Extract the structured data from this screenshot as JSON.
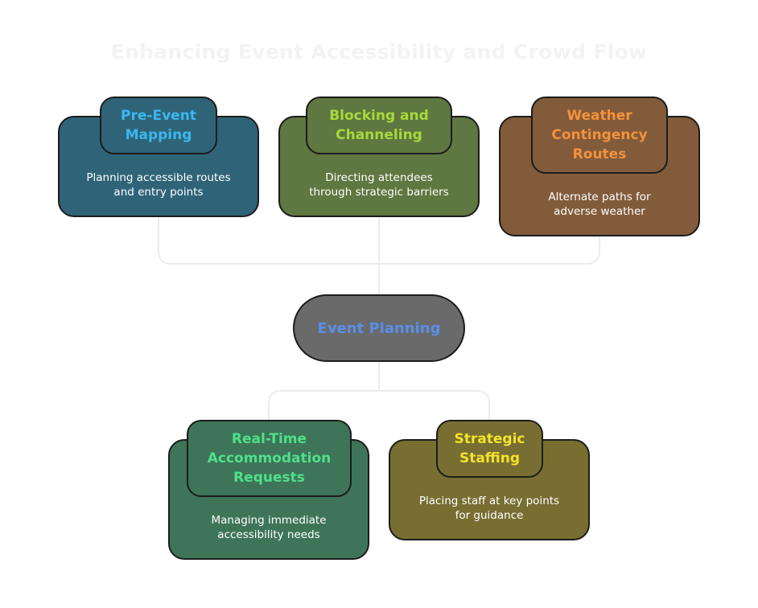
{
  "title": "Enhancing Event Accessibility and Crowd Flow",
  "center": {
    "label": "Event Planning",
    "color": "#5a8fe8"
  },
  "nodes": {
    "pre_event_mapping": {
      "label": "Pre-Event\nMapping",
      "description": "Planning accessible routes\nand entry points",
      "body_color": "#2f6478",
      "tab_color": "#2f6478",
      "label_color": "#3ab8f0"
    },
    "blocking_and_channeling": {
      "label": "Blocking and\nChanneling",
      "description": "Directing attendees\nthrough strategic barriers",
      "body_color": "#5f7740",
      "tab_color": "#5f7740",
      "label_color": "#a6d93c"
    },
    "weather_contingency_routes": {
      "label": "Weather\nContingency\nRoutes",
      "description": "Alternate paths for\nadverse weather",
      "body_color": "#825b3b",
      "tab_color": "#825b3b",
      "label_color": "#f5923a"
    },
    "real_time_accommodation_requests": {
      "label": "Real-Time\nAccommodation\nRequests",
      "description": "Managing immediate\naccessibility needs",
      "body_color": "#3e7558",
      "tab_color": "#3e7558",
      "label_color": "#4fe08a"
    },
    "strategic_staffing": {
      "label": "Strategic\nStaffing",
      "description": "Placing staff at key points\nfor guidance",
      "body_color": "#786e32",
      "tab_color": "#786e32",
      "label_color": "#f3e32a"
    }
  }
}
